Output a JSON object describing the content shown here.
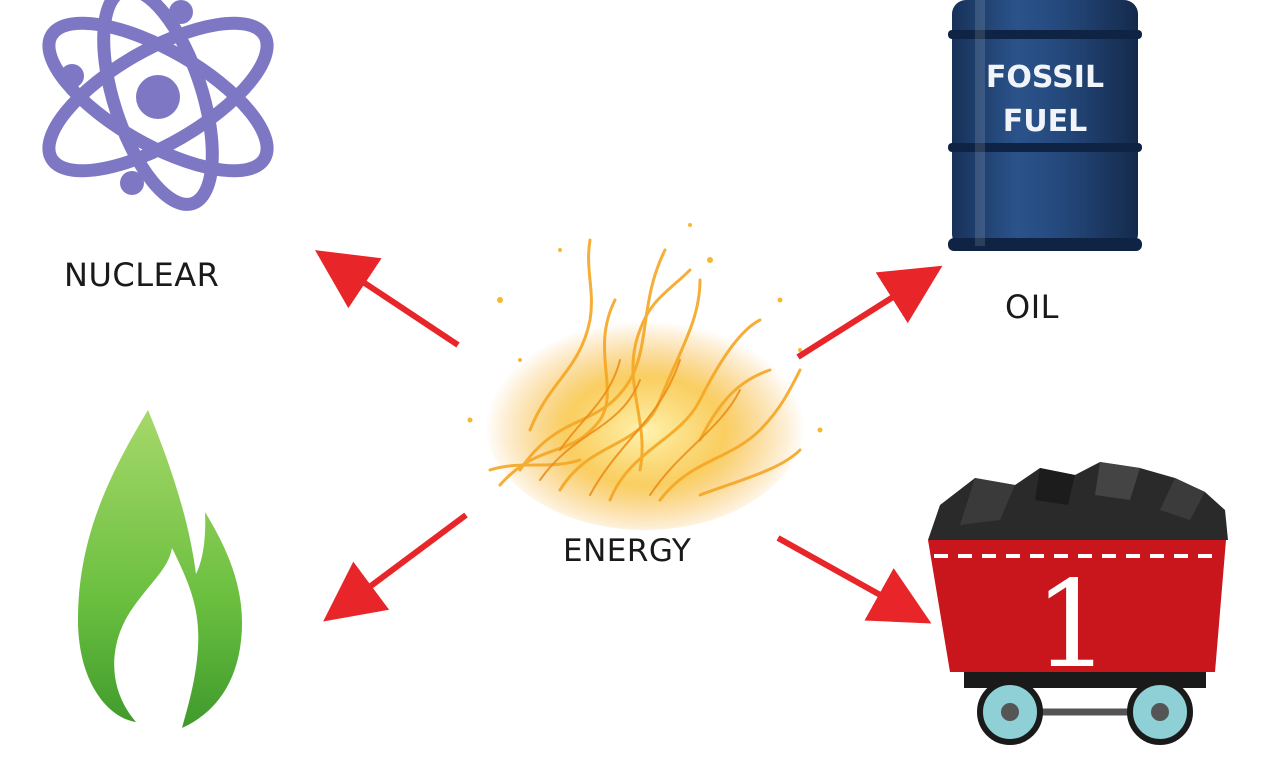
{
  "labels": {
    "nuclear": "NUCLEAR",
    "oil": "OIL",
    "energy": "ENERGY",
    "barrel_line1": "FOSSIL",
    "barrel_line2": "FUEL",
    "cart_number": "1"
  },
  "icons": {
    "center": "fire-burst-icon",
    "top_left": "atom-icon",
    "top_right": "oil-barrel-icon",
    "bottom_left": "green-flame-icon",
    "bottom_right": "coal-mine-cart-icon",
    "arrows": "red-arrow"
  },
  "colors": {
    "arrow": "#e8262a",
    "atom": "#7e78c4",
    "barrel": "#1f3f6e",
    "flame": "#5cb83a",
    "cart": "#c8161c",
    "coal": "#2a2a2a",
    "fire": "#f2a21e"
  }
}
